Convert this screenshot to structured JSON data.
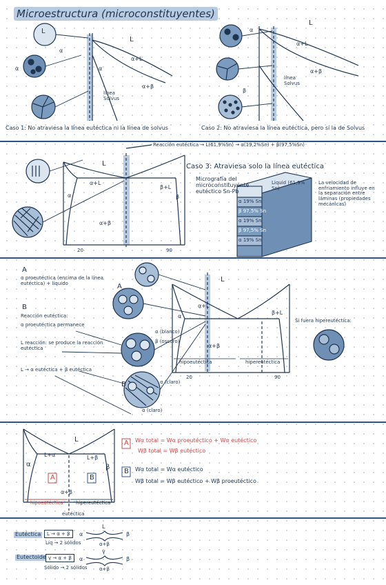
{
  "title": "Microestructura (microconstituyentes)",
  "case1": {
    "label": "Caso 1: No atraviesa la línea eutéctica ni la línea de solvus",
    "phase_L": "L",
    "phase_aL": "α+L",
    "phase_a": "α",
    "phase_ab": "α+β",
    "solvus": "línea Solvus",
    "alpha": "α"
  },
  "case2": {
    "label": "Caso 2: No atraviesa la línea eutéctica, pero sí la de Solvus",
    "phase_L": "L",
    "phase_aL": "α+L",
    "phase_ab": "α+β",
    "solvus": "línea Solvus",
    "alpha": "α",
    "beta": "β"
  },
  "case3": {
    "reaction": "Reacción eutéctica → L(61,9%Sn) → α(19,2%Sn) + β(97,5%Sn)",
    "label": "Caso 3: Atraviesa solo la línea eutéctica",
    "micro_title": "Micrografía del microconstituyente eutéctico Sn-Pb",
    "layers": [
      "Liquid (61,9% Sn)",
      "α 19% Sn",
      "β 97,5% Sn",
      "α 19% Sn",
      "β 97,5% Sn",
      "α 19% Sn"
    ],
    "note": "La velocidad de enfriamiento influye en la separación entre láminas (propiedades mecánicas)",
    "phase_L": "L",
    "phase_aL": "α+L",
    "phase_bL": "β+L",
    "phase_a": "α",
    "phase_b": "β",
    "phase_ab": "α+β",
    "tick_20": "20",
    "tick_90": "90"
  },
  "section4": {
    "a_label": "A",
    "a_text": "α proeutéctica (encima de la línea eutéctica) + líquido",
    "b_label": "B",
    "b_text1": "Reacción eutéctica:",
    "b_text2": "α proeutéctica permanece",
    "b_text3": "L reacción: se produce la reacción eutéctica",
    "b_text4": "L → α eutéctica + β eutéctica",
    "alpha_light": "α (claro)",
    "alpha_blanco": "α (blanco)",
    "beta_oscuro": "β (oscuro)",
    "alpha_claro": "α (claro)",
    "hipo": "hipoeutéctica",
    "hiper": "hipereutéctica",
    "hiper_note": "Si fuera hipereutéctica:",
    "phase_L": "L",
    "phase_aL": "α+L",
    "phase_bL": "β+L",
    "phase_a": "α",
    "phase_ab": "α+β",
    "tick_20": "20",
    "tick_90": "90",
    "label_A": "A",
    "label_B": "B"
  },
  "section5": {
    "phase_L": "L",
    "phase_aL": "L+α",
    "phase_bL": "L+β",
    "phase_a": "α",
    "phase_b": "β",
    "phase_ab": "α+β",
    "A": "A",
    "B": "B",
    "hipo": "hipoeutéctica",
    "hiper": "hipereutéctica",
    "eutectica": "eutéctica",
    "eqA1": "Wα total = Wα proeutéctico + Wα eutéctico",
    "eqA2": "Wβ total = Wβ eutéctico",
    "eqB1": "Wα total = Wα eutéctico",
    "eqB2": "Wβ total = Wβ eutéctico + Wβ proeutéctico"
  },
  "section6": {
    "eutectica": "Eutéctica",
    "eut_reaction": "L → α + β",
    "eut_sub": "Líq → 2 sólidos",
    "eutectoide": "Eutectoide",
    "eutd_reaction": "γ → α + β",
    "eutd_sub": "Sólido → 2 sólidos",
    "alpha": "α",
    "beta": "β",
    "L": "L",
    "gamma": "γ",
    "ab": "α+β"
  },
  "colors": {
    "ink": "#1e3552",
    "accent": "#2e5685",
    "highlight": "#b9cbe0",
    "red": "#c44a4a"
  }
}
